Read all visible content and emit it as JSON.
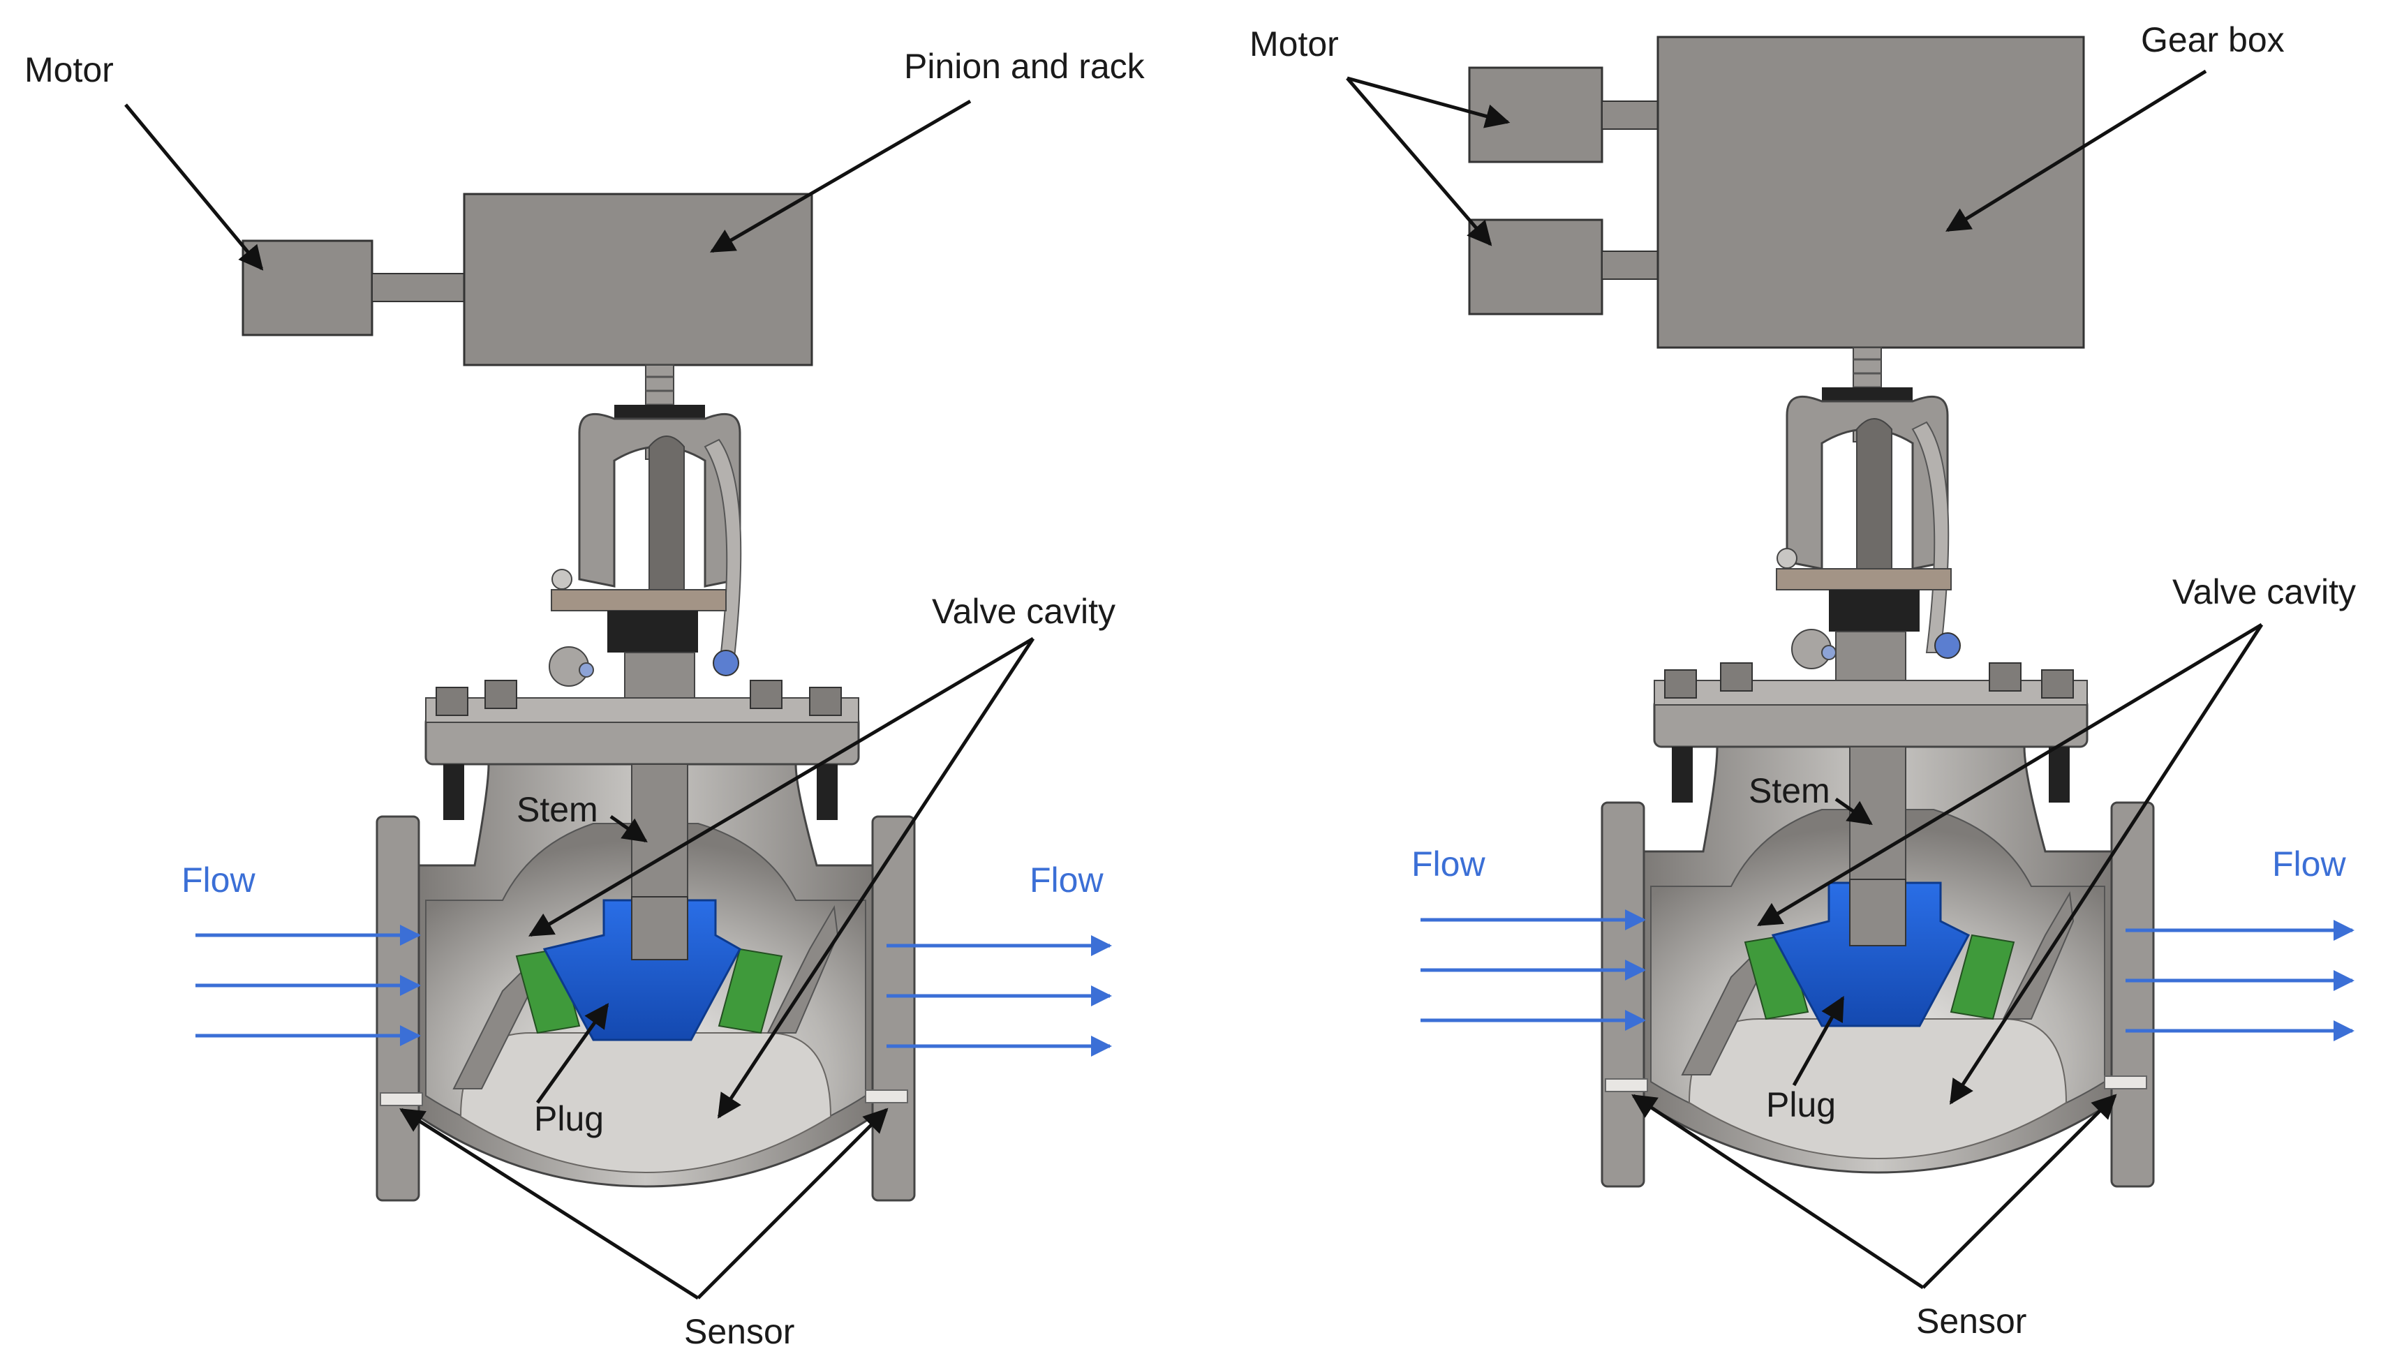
{
  "colors": {
    "metal": "#8f8c89",
    "metal_light": "#c7c5c2",
    "metal_dark": "#5e5b58",
    "plug": "#1c5fd1",
    "seat": "#3f9a3b",
    "flow": "#3b6fd6",
    "line": "#111111"
  },
  "left": {
    "motor_label": "Motor",
    "actuator_label": "Pinion and rack",
    "valve_cavity_label": "Valve cavity",
    "stem_label": "Stem",
    "plug_label": "Plug",
    "sensor_label": "Sensor",
    "flow_in_label": "Flow",
    "flow_out_label": "Flow"
  },
  "right": {
    "motor_label": "Motor",
    "actuator_label": "Gear box",
    "valve_cavity_label": "Valve cavity",
    "stem_label": "Stem",
    "plug_label": "Plug",
    "sensor_label": "Sensor",
    "flow_in_label": "Flow",
    "flow_out_label": "Flow"
  }
}
